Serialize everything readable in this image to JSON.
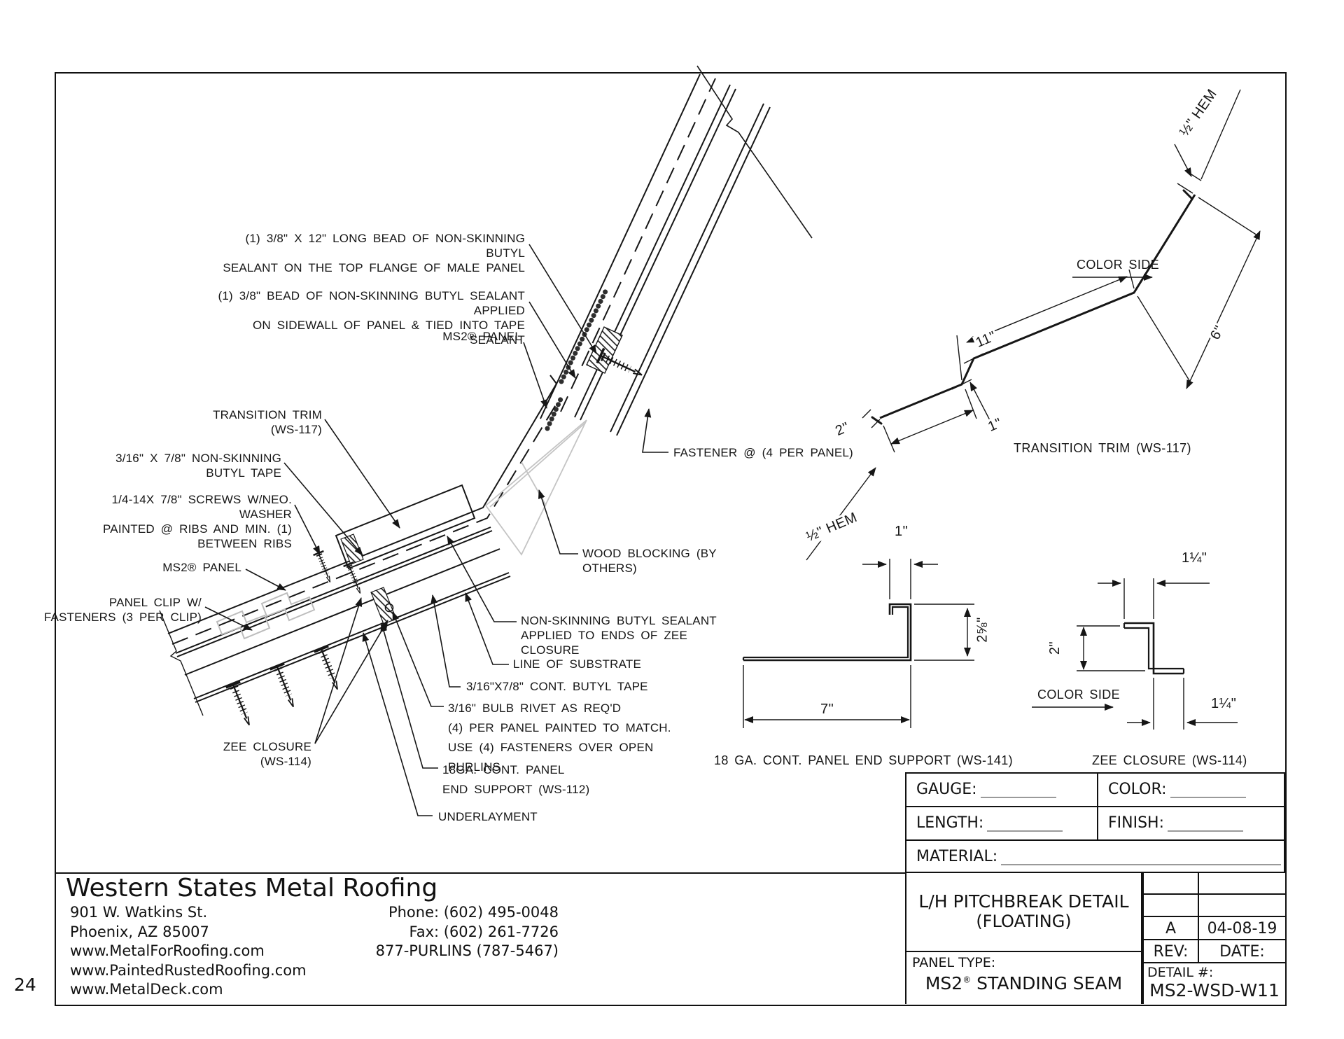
{
  "page": {
    "number": "24"
  },
  "annotations": {
    "sealant_top": "(1) 3/8\" X 12\" LONG BEAD OF NON-SKINNING BUTYL\nSEALANT ON THE TOP FLANGE OF MALE PANEL",
    "sealant_side": "(1) 3/8\" BEAD OF NON-SKINNING BUTYL SEALANT APPLIED\nON SIDEWALL OF PANEL & TIED INTO TAPE SEALANT",
    "ms2_panel_upper": "MS2® PANEL",
    "transition_trim": "TRANSITION TRIM\n(WS-117)",
    "butyl_tape": "3/16\" X 7/8\" NON-SKINNING\nBUTYL TAPE",
    "screws": "1/4-14X 7/8\" SCREWS W/NEO. WASHER\nPAINTED @ RIBS AND MIN. (1)\nBETWEEN RIBS",
    "ms2_panel_lower": "MS2® PANEL",
    "panel_clip": "PANEL CLIP W/\nFASTENERS (3 PER CLIP)",
    "zee_closure": "ZEE CLOSURE\n(WS-114)",
    "fastener": "FASTENER @ (4 PER PANEL)",
    "wood_blocking": "WOOD BLOCKING (BY OTHERS)",
    "butyl_ends": "NON-SKINNING BUTYL SEALANT\nAPPLIED TO ENDS OF ZEE CLOSURE",
    "substrate": "LINE OF SUBSTRATE",
    "cont_tape": "3/16\"X7/8\" CONT. BUTYL TAPE",
    "bulb_rivet": "3/16\" BULB RIVET AS REQ'D\n(4) PER PANEL PAINTED TO MATCH.\nUSE (4) FASTENERS OVER OPEN PURLINS",
    "end_support_112": "18GA. CONT. PANEL\nEND SUPPORT (WS-112)",
    "underlayment": "UNDERLAYMENT"
  },
  "trim_profile": {
    "caption": "TRANSITION TRIM (WS-117)",
    "color_side": "COLOR SIDE",
    "dim_hem_top": "½\" HEM",
    "dim_11": "11\"",
    "dim_6": "6\"",
    "dim_2": "2\"",
    "dim_1": "1\"",
    "dim_hem_bottom": "½\" HEM"
  },
  "end_support_profile": {
    "caption": "18 GA. CONT. PANEL END SUPPORT (WS-141)",
    "dim_1": "1\"",
    "dim_258": "2⅝\"",
    "dim_7": "7\""
  },
  "zee_profile": {
    "caption": "ZEE CLOSURE (WS-114)",
    "color_side": "COLOR SIDE",
    "dim_top": "1¼\"",
    "dim_2": "2\"",
    "dim_bottom": "1¼\""
  },
  "spec_table": {
    "gauge_label": "GAUGE:",
    "color_label": "COLOR:",
    "length_label": "LENGTH:",
    "finish_label": "FINISH:",
    "material_label": "MATERIAL:"
  },
  "title_block": {
    "title_line1": "L/H PITCHBREAK  DETAIL",
    "title_line2": "(FLOATING)",
    "panel_type_label": "PANEL TYPE:",
    "panel_name": "MS2",
    "panel_reg": "®",
    "panel_name_suffix": " STANDING SEAM",
    "rev_value": "A",
    "date_value": "04-08-19",
    "rev_label": "REV:",
    "date_label": "DATE:",
    "detail_label": "DETAIL #:",
    "detail_value": "MS2-WSD-W11"
  },
  "footer": {
    "company": "Western States Metal Roofing",
    "address1": "901 W. Watkins St.",
    "address2": "Phoenix, AZ 85007",
    "web1": "www.MetalForRoofing.com",
    "web2": "www.PaintedRustedRoofing.com",
    "web3": "www.MetalDeck.com",
    "phone": "Phone: (602) 495-0048",
    "fax": "Fax: (602) 261-7726",
    "purlins": "877-PURLINS (787-5467)"
  }
}
